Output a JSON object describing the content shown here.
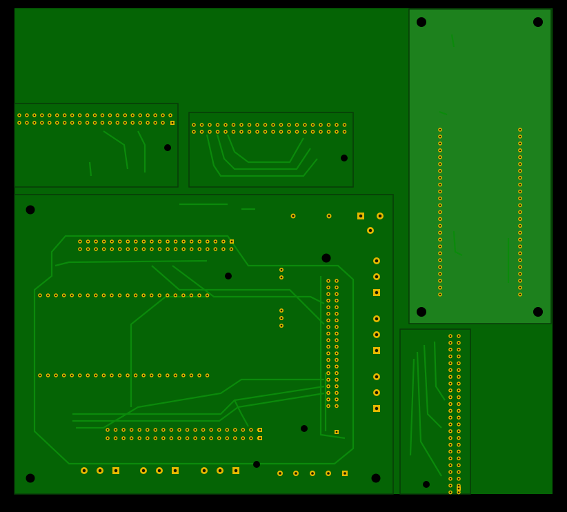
{
  "colors": {
    "background": "#000000",
    "board": "#056405",
    "board_light": "#1d811d",
    "board_outline": "#083a08",
    "trace": "#0b8a0b",
    "pad": "#e6b800",
    "pad_hole": "#1a1a00",
    "hole": "#000000"
  },
  "layers": [
    "pcb-board",
    "daughter-boards",
    "traces",
    "pads",
    "mounting-holes"
  ]
}
